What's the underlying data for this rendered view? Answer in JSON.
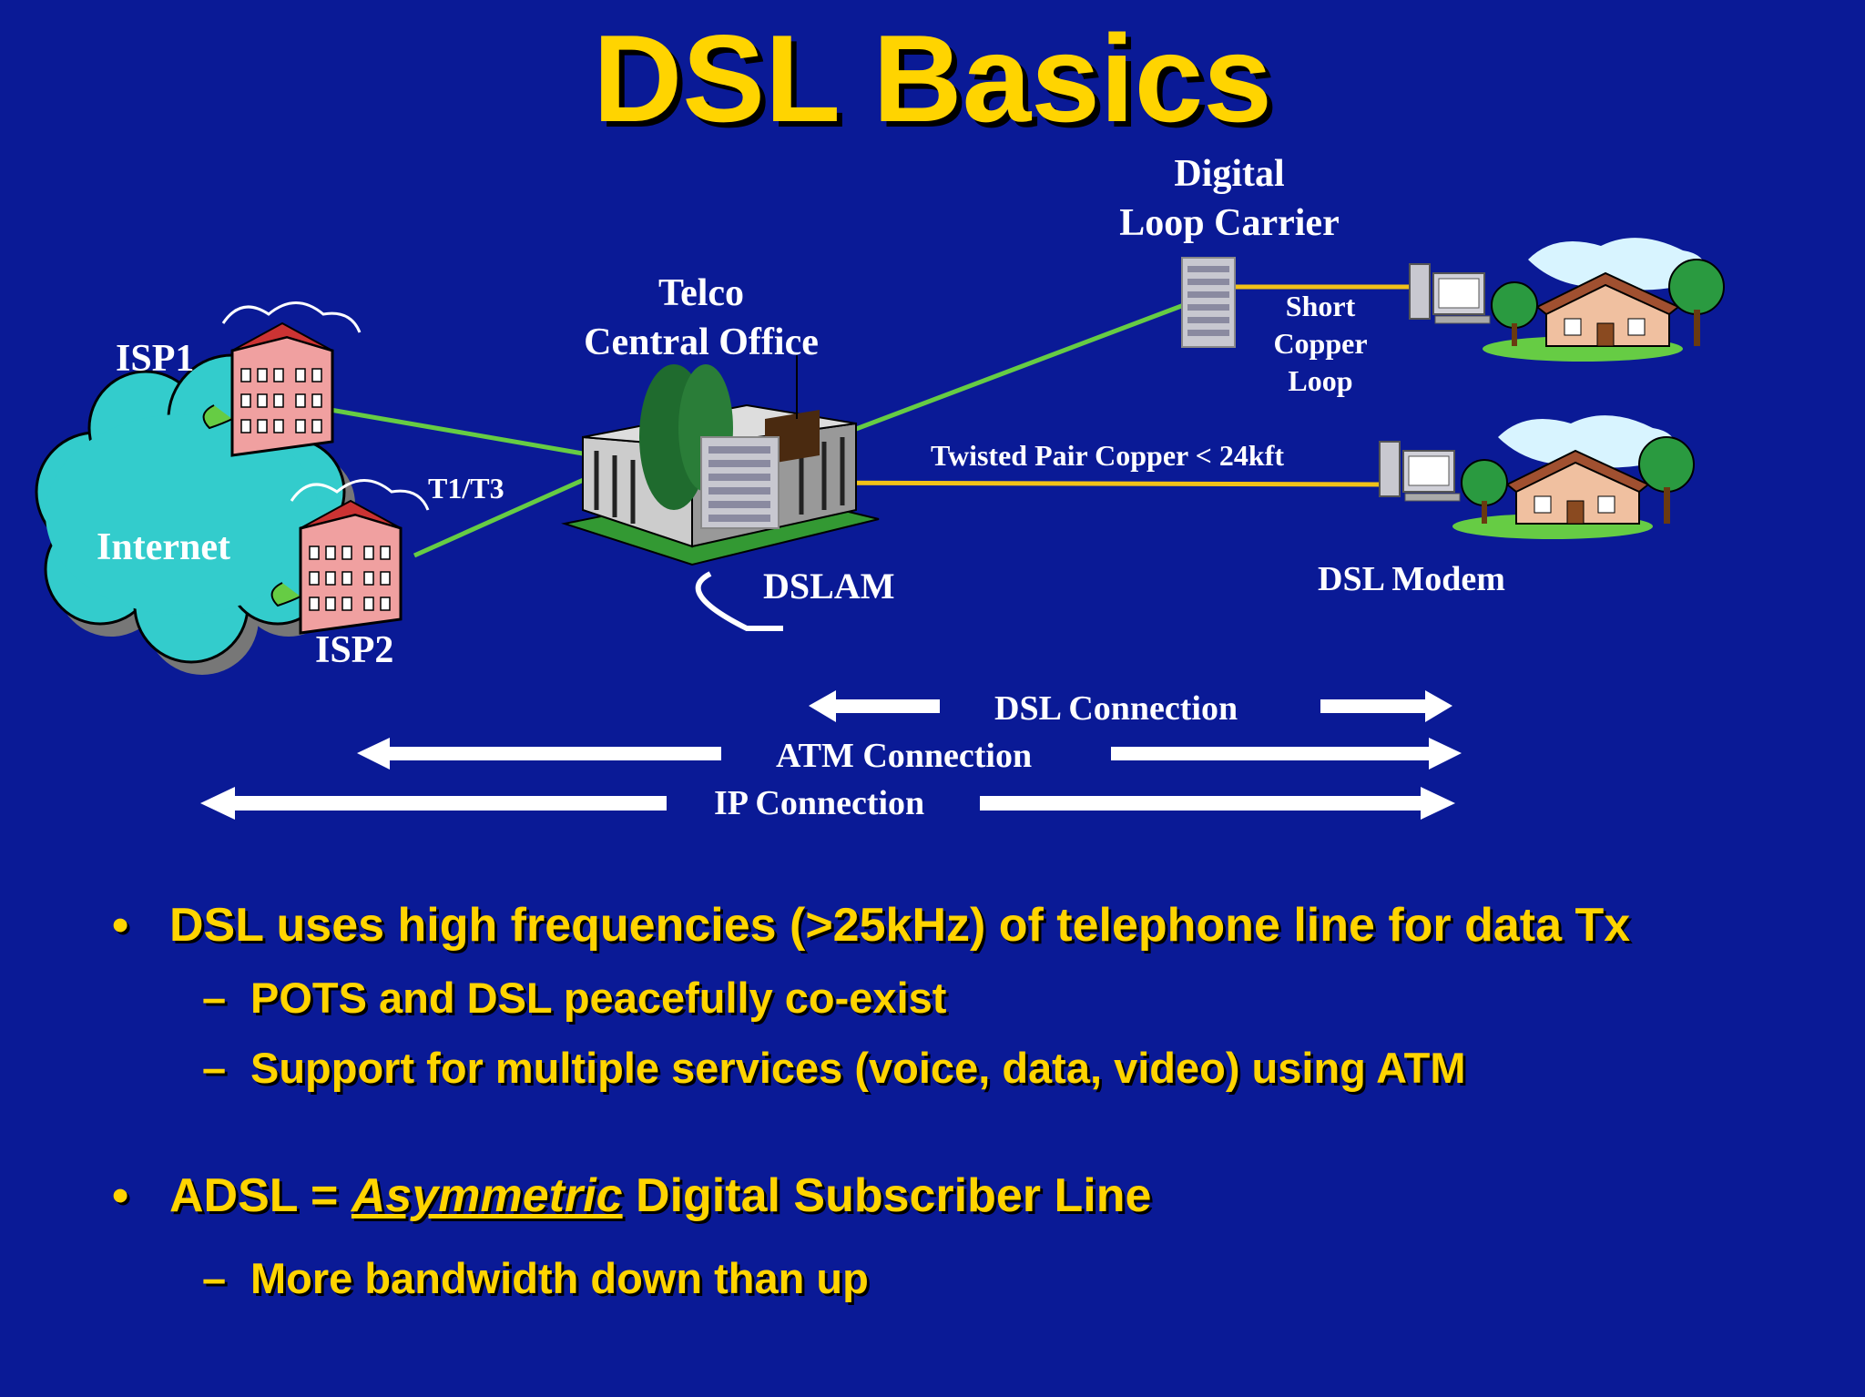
{
  "slide": {
    "title": "DSL Basics"
  },
  "diagram": {
    "labels": {
      "dlc": [
        "Digital",
        "Loop Carrier"
      ],
      "telco": [
        "Telco",
        "Central Office"
      ],
      "isp1": "ISP1",
      "isp2": "ISP2",
      "internet": "Internet",
      "t1t3": "T1/T3",
      "dslam": "DSLAM",
      "short_loop": [
        "Short",
        "Copper",
        "Loop"
      ],
      "twisted_pair": "Twisted Pair Copper < 24kft",
      "dsl_modem": "DSL Modem"
    },
    "connections": {
      "dsl": "DSL Connection",
      "atm": "ATM Connection",
      "ip": "IP Connection"
    },
    "colors": {
      "background": "#0a1a96",
      "title": "#ffd400",
      "green_link": "#66cc44",
      "copper_link": "#f2c218",
      "cloud": "#33cccc"
    }
  },
  "bullets": {
    "b1": "DSL uses high frequencies (>25kHz) of telephone line for data Tx",
    "b1_sub1": "POTS and DSL peacefully co-exist",
    "b1_sub2": "Support for multiple services (voice, data, video) using ATM",
    "b2_prefix": "ADSL = ",
    "b2_emph": "Asymmetric",
    "b2_suffix": " Digital Subscriber Line",
    "b2_sub1": "More bandwidth down than up",
    "bullet_glyph": "•",
    "dash_glyph": "–"
  }
}
